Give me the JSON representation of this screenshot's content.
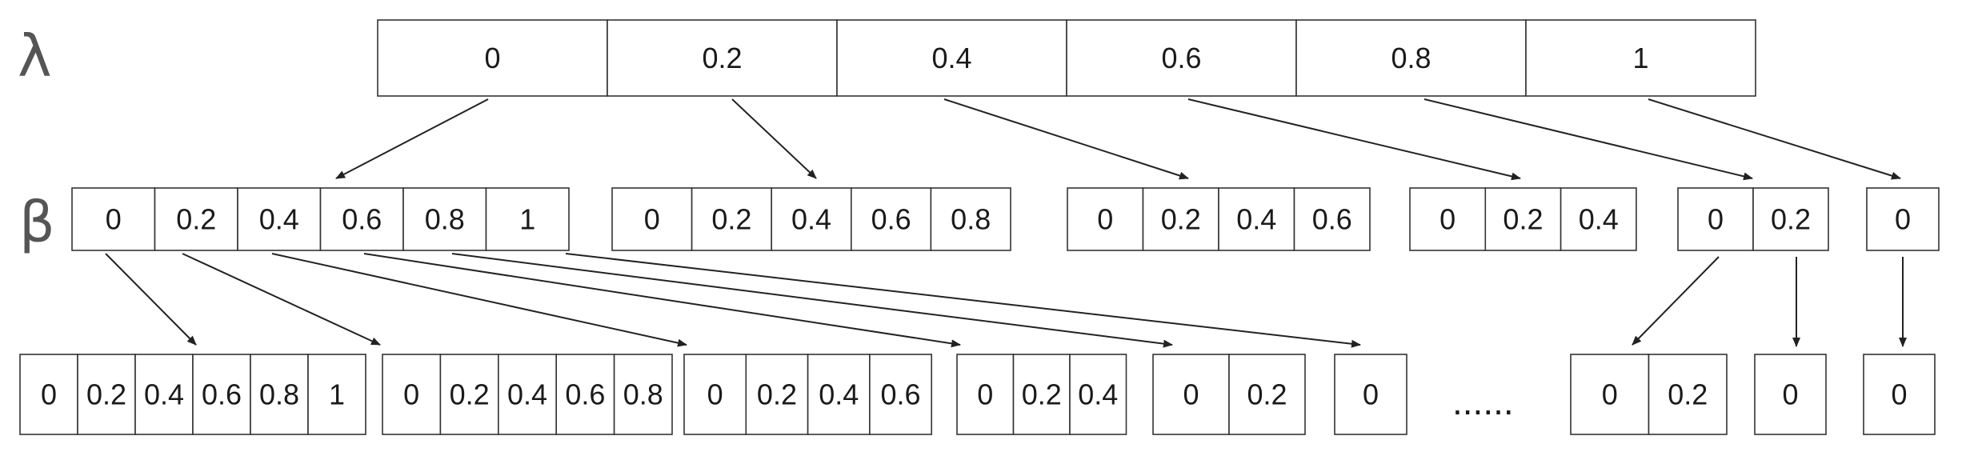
{
  "labels": {
    "lambda": "λ",
    "beta": "β"
  },
  "lambda_row": [
    "0",
    "0.2",
    "0.4",
    "0.6",
    "0.8",
    "1"
  ],
  "beta_row": [
    [
      "0",
      "0.2",
      "0.4",
      "0.6",
      "0.8",
      "1"
    ],
    [
      "0",
      "0.2",
      "0.4",
      "0.6",
      "0.8"
    ],
    [
      "0",
      "0.2",
      "0.4",
      "0.6"
    ],
    [
      "0",
      "0.2",
      "0.4"
    ],
    [
      "0",
      "0.2"
    ],
    [
      "0"
    ]
  ],
  "third_row": [
    [
      "0",
      "0.2",
      "0.4",
      "0.6",
      "0.8",
      "1"
    ],
    [
      "0",
      "0.2",
      "0.4",
      "0.6",
      "0.8"
    ],
    [
      "0",
      "0.2",
      "0.4",
      "0.6"
    ],
    [
      "0",
      "0.2",
      "0.4"
    ],
    [
      "0",
      "0.2"
    ],
    [
      "0"
    ],
    [
      "0",
      "0.2"
    ],
    [
      "0"
    ],
    [
      "0"
    ]
  ],
  "ellipsis": "......",
  "colors": {
    "stroke": "#333333",
    "text": "#1a1a1a",
    "greek": "#555555"
  }
}
